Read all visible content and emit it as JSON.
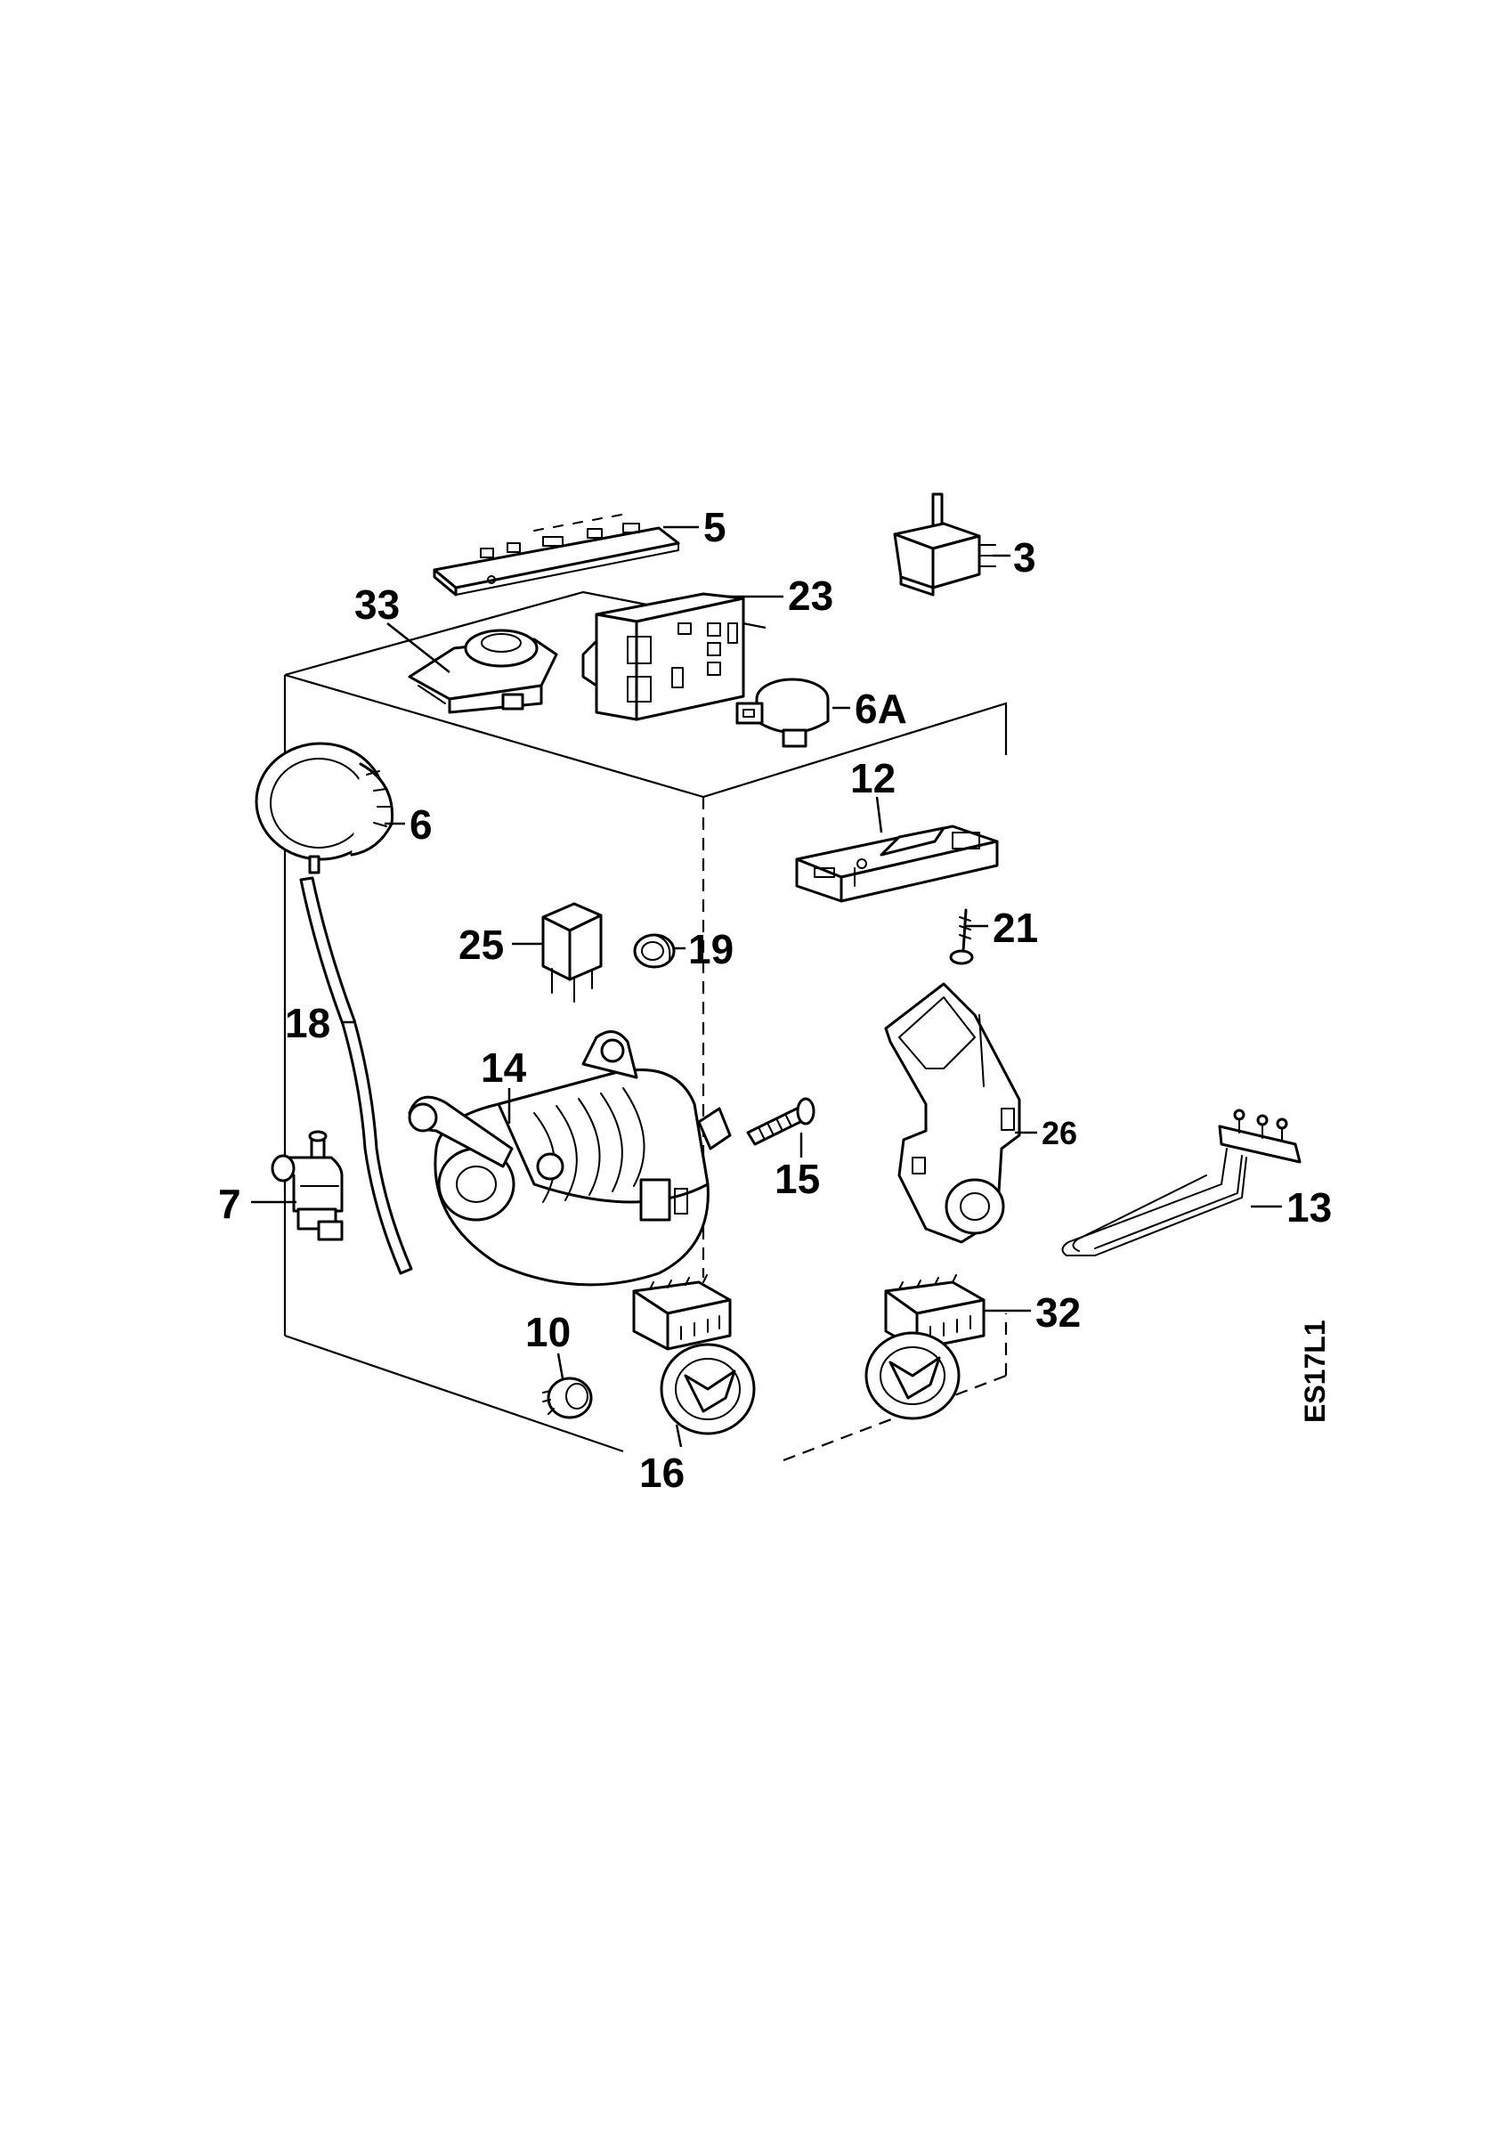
{
  "diagram": {
    "reference_code": "ES17L1",
    "callouts": {
      "c3": "3",
      "c5": "5",
      "c6": "6",
      "c6A": "6A",
      "c7": "7",
      "c10": "10",
      "c12": "12",
      "c13": "13",
      "c14": "14",
      "c15": "15",
      "c16": "16",
      "c18": "18",
      "c19": "19",
      "c21": "21",
      "c23": "23",
      "c25": "25",
      "c26": "26",
      "c32": "32",
      "c33": "33"
    }
  }
}
